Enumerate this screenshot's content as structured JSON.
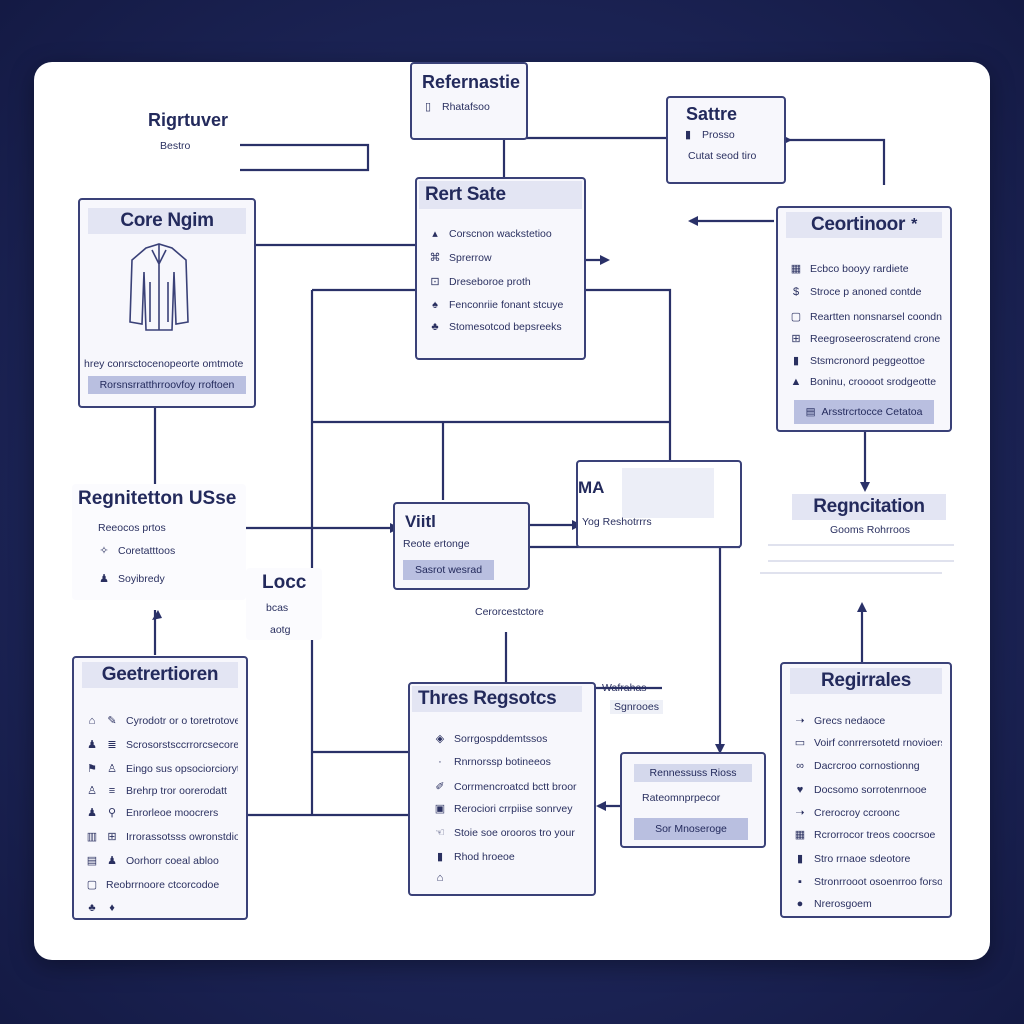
{
  "nodes": {
    "top_center": {
      "title": "Refernastie",
      "sub": "Rhatafsoo"
    },
    "top_left": {
      "title": "Rigrtuver",
      "sub": "Bestro"
    },
    "top_right": {
      "title": "Sattre",
      "rows": [
        "Prosso",
        "Cutat seod tiro"
      ]
    },
    "core": {
      "title": "Core Ngim",
      "caption": "hrey conrsctocenopeorte omtmote",
      "button": "Rorsnsrratthrroovfoy rroftoen"
    },
    "rert": {
      "title": "Rert Sate",
      "rows": [
        "Corscnon wackstetioo",
        "Sprerrow",
        "Dreseboroe proth",
        "Fenconriie fonant stcuye",
        "Stomesotcod bepsreeks"
      ]
    },
    "cortinoor": {
      "title": "Ceortinoor",
      "star": "*",
      "rows": [
        "Ecbco booyy rardiete",
        "Stroce p anoned contde",
        "Reartten nonsnarsel coondne",
        "Reegroseeroscratend crone",
        "Stsmcronord peggeottoe",
        "Boninu, croooot srodgeotte"
      ],
      "button": "Arsstrcrtocce Cetatoa"
    },
    "reg_use": {
      "title": "Regnitetton USse",
      "rows": [
        "Reeocos prtos",
        "Coretatttoos",
        "Soyibredy"
      ]
    },
    "loc": {
      "title": "Locc",
      "rows": [
        "bcas",
        "aotg"
      ]
    },
    "viit": {
      "title": "Viitl",
      "row": "Reote ertonge",
      "button": "Sasrot wesrad"
    },
    "ma": {
      "title": "MA",
      "row": "Yog Reshotrrrs"
    },
    "center_caption": "Cerorcestctore",
    "registration": {
      "title": "Regncitation",
      "sub": "Gooms Rohrroos"
    },
    "geet": {
      "title": "Geetrertioren",
      "rows": [
        "Cyrodotr or o toretrotover",
        "Scrosorstsccrrorcsecore",
        "Eingo sus opsociorcioryt",
        "Brehrp tror oorerodatt",
        "Enrorleoe moocrers",
        "Irrorassotsss owronstdion",
        "Oorhorr coeal abloo",
        "Reobrrnoore ctcorcodoe",
        ""
      ]
    },
    "thres": {
      "title": "Thres Regsotcs",
      "rows": [
        "Sorrgospddemtssos",
        "Rnrnorssp botineeos",
        "Corrmencroatcd bctt broor",
        "Rerociori crrpiise sonrvey",
        "Stoie soe orooros tro your",
        "Rhod hroeoe",
        ""
      ]
    },
    "wafrahs": {
      "line1": "Wafrahas",
      "line2": "Sgnrooes"
    },
    "small": {
      "row1": "Rennessuss Rioss",
      "row2": "Rateomnprpecor",
      "button": "Sor Mnoseroge"
    },
    "regirales": {
      "title": "Regirrales",
      "rows": [
        "Grecs nedaoce",
        "Voirf conrrersotetd rnovioerse",
        "Dacrcroo cornostionng",
        "Docsomo sorrotenrnooe",
        "Crerocroy ccroonc",
        "Rcrorrocor treos coocrsoe",
        "Stro rrnaoe sdeotore",
        "Stronrrooot osoenrroo forsoe",
        "Nrerosgoem"
      ]
    }
  }
}
